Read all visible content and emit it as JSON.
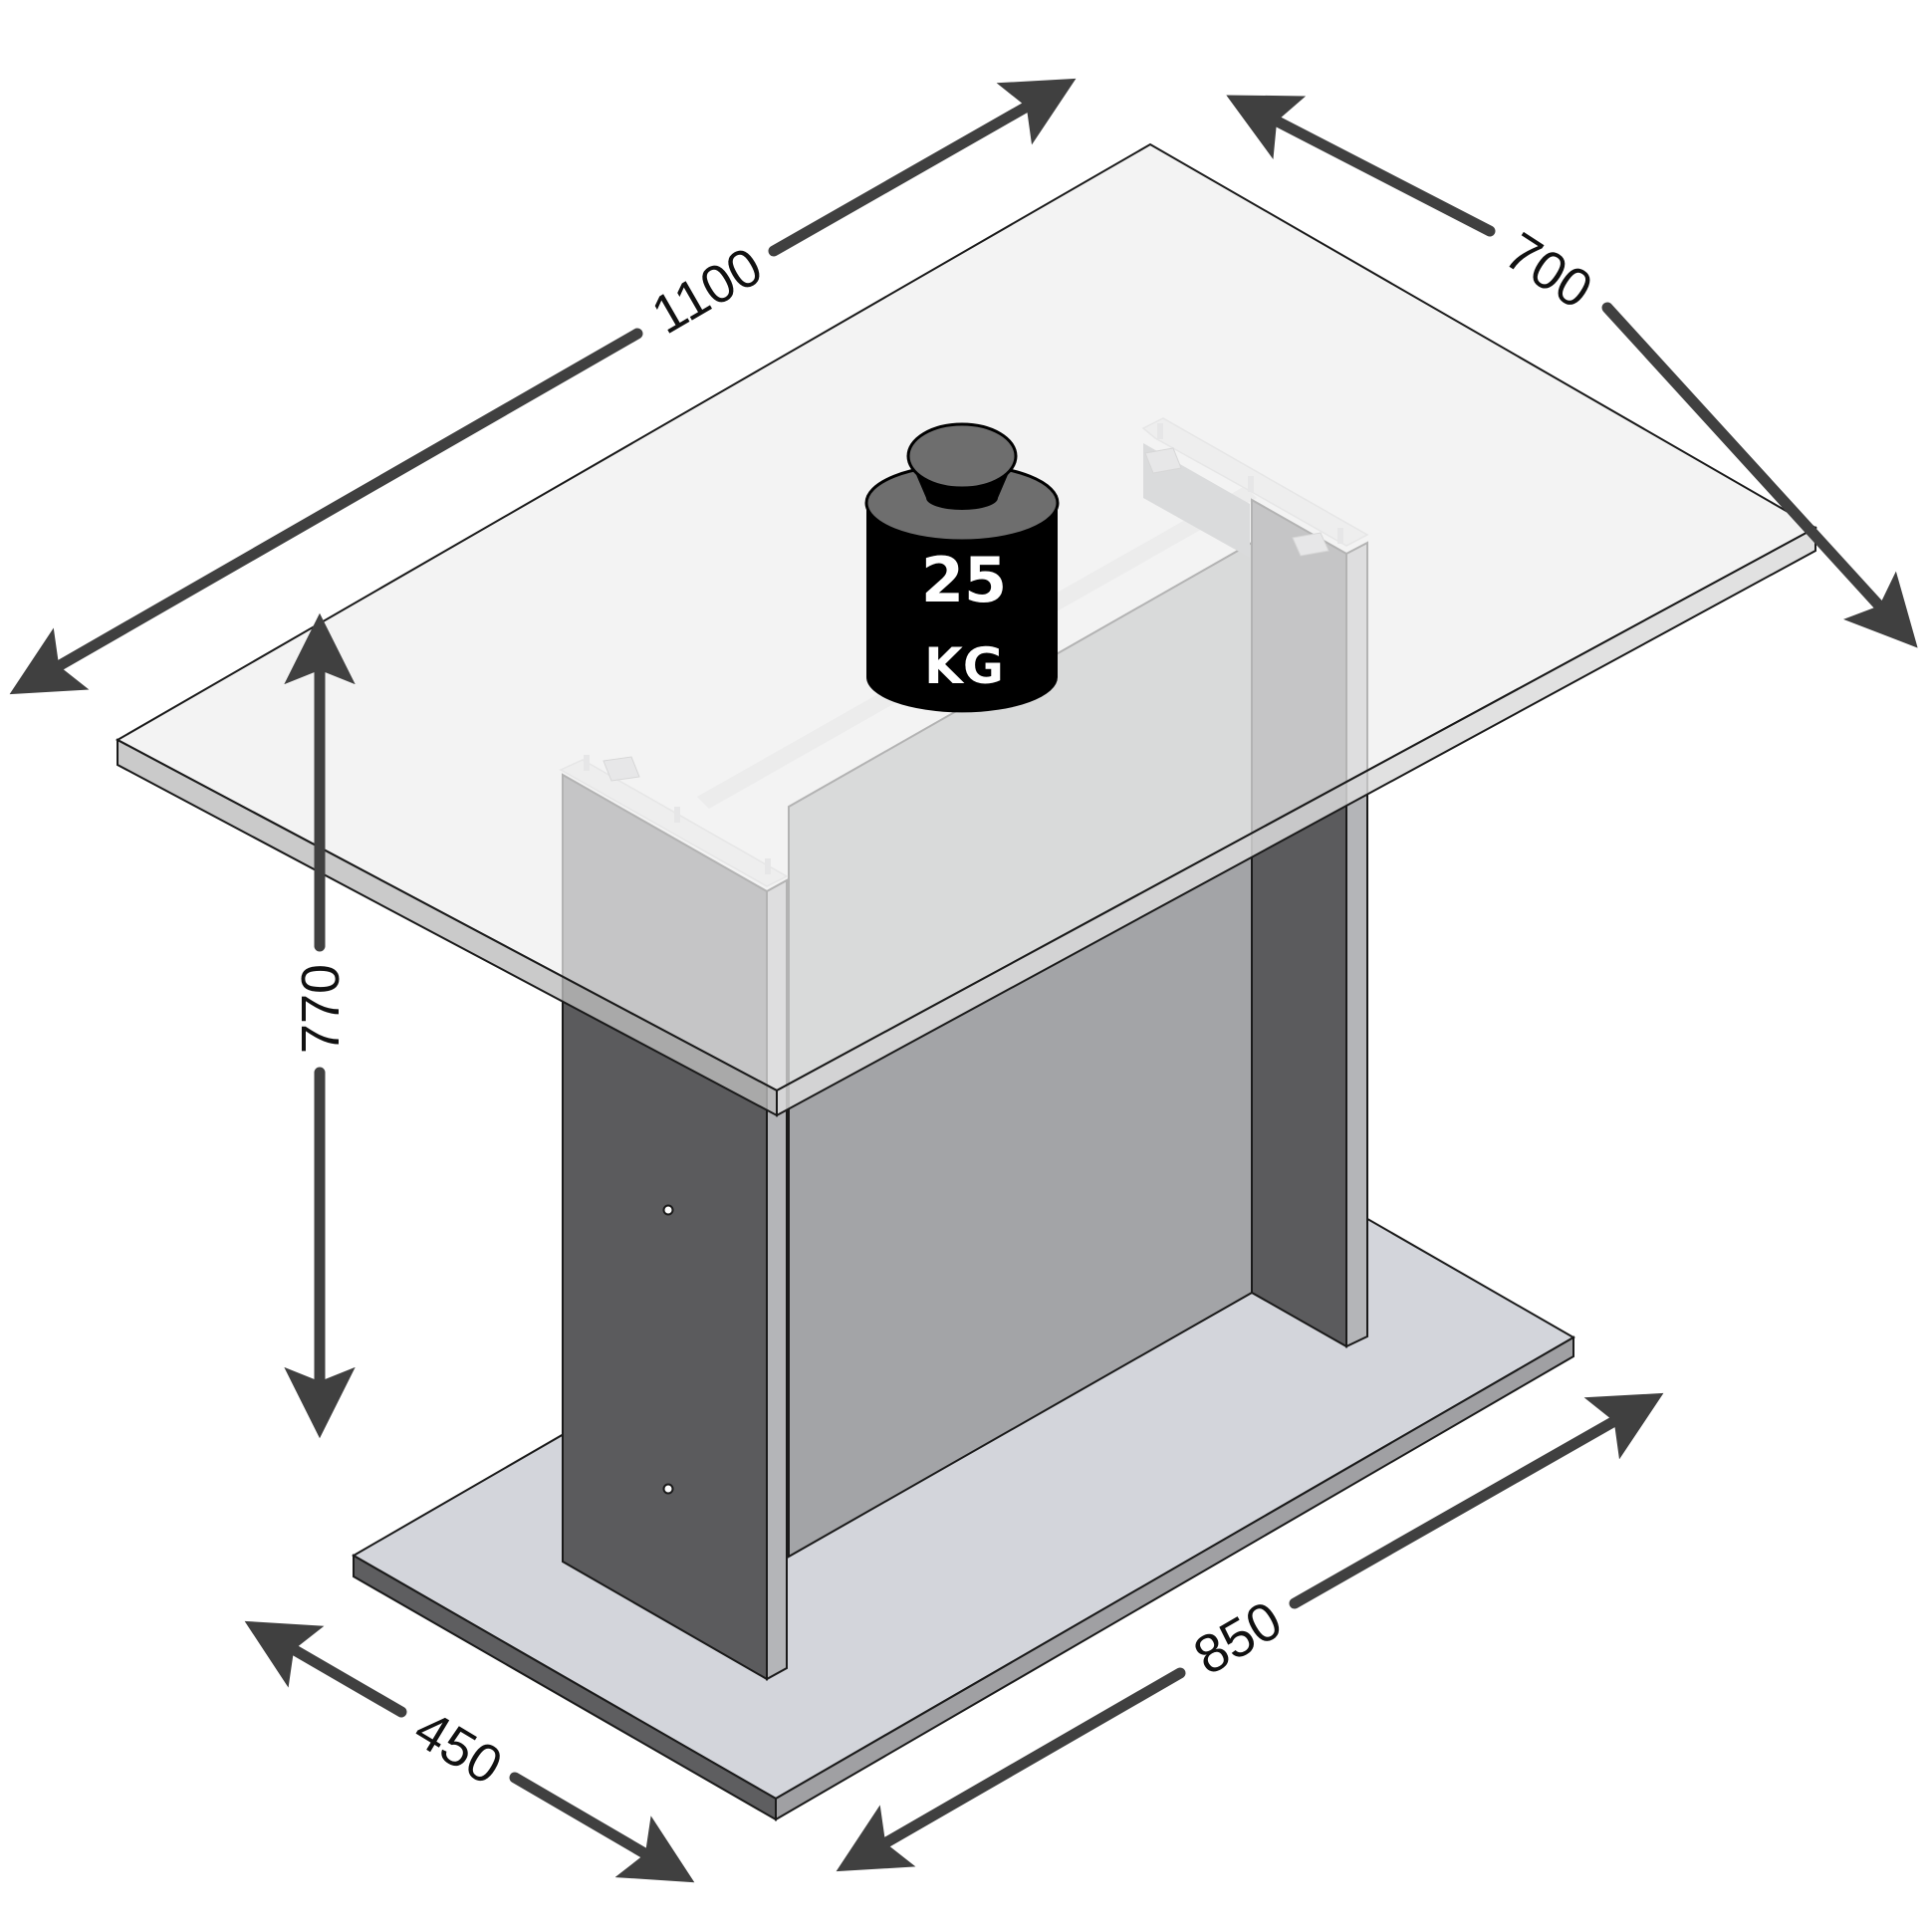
{
  "diagram": {
    "subject": "Pedestal dining table dimensions",
    "units": "mm",
    "dimensions": {
      "length": {
        "label": "1100",
        "target": "tabletop length"
      },
      "width": {
        "label": "700",
        "target": "tabletop width"
      },
      "height": {
        "label": "770",
        "target": "table height"
      },
      "base_length": {
        "label": "850",
        "target": "base plate length"
      },
      "base_width": {
        "label": "450",
        "target": "base plate width"
      }
    },
    "load": {
      "value": "25",
      "unit": "KG",
      "icon": "weight-icon"
    },
    "colors": {
      "arrow": "#404040",
      "tabletop": "#ececec",
      "tabletop_edge": "#bdbdbd",
      "leg_front": "#5b5b5d",
      "leg_edge": "#a9a9ab",
      "back_panel": "#a3a4a7",
      "base_top": "#d3d5db",
      "base_edge": "#9a9a9c",
      "outline": "#1a1a1a",
      "weight_body": "#000000",
      "weight_top": "#6e6e6e"
    }
  }
}
